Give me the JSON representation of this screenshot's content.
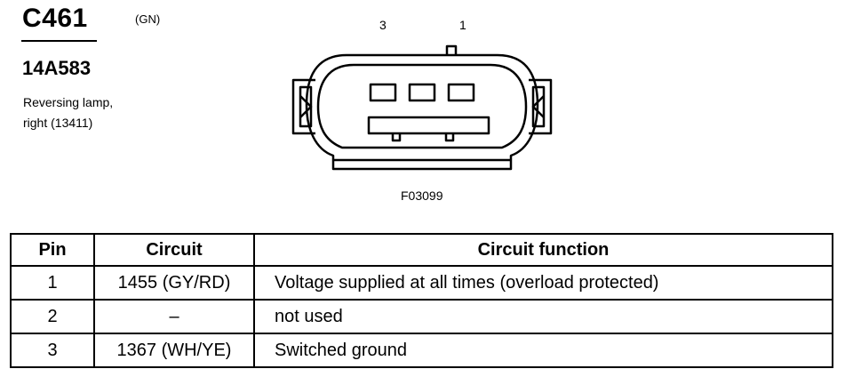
{
  "header": {
    "connector_id": "C461",
    "color_code": "(GN)",
    "part_number": "14A583",
    "description": [
      "Reversing lamp,",
      "right (13411)"
    ]
  },
  "drawing": {
    "pin_labels": [
      "3",
      "1"
    ],
    "figure_code": "F03099"
  },
  "table": {
    "headers": [
      "Pin",
      "Circuit",
      "Circuit function"
    ],
    "rows": [
      {
        "pin": "1",
        "circuit": "1455 (GY/RD)",
        "function": "Voltage supplied at all times (overload protected)"
      },
      {
        "pin": "2",
        "circuit": "–",
        "function": "not used"
      },
      {
        "pin": "3",
        "circuit": "1367 (WH/YE)",
        "function": "Switched ground"
      }
    ]
  }
}
